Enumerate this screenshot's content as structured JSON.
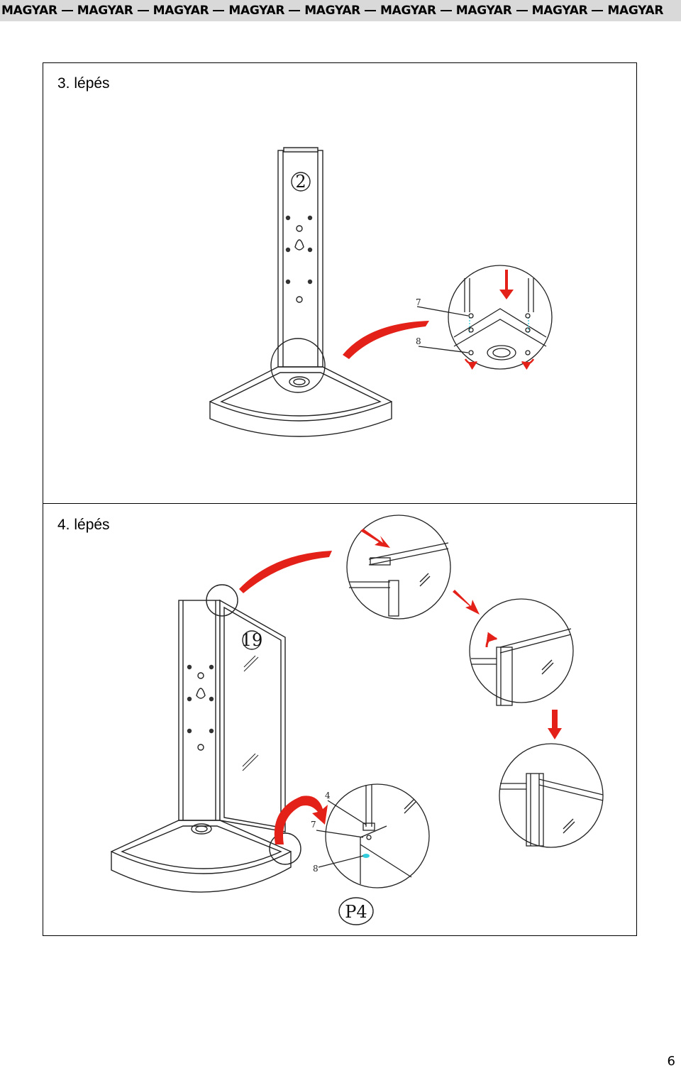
{
  "header": {
    "words": [
      "MAGYAR",
      "MAGYAR",
      "MAGYAR",
      "MAGYAR",
      "MAGYAR",
      "MAGYAR",
      "MAGYAR",
      "MAGYAR",
      "MAGYAR"
    ]
  },
  "steps": [
    {
      "title": "3. lépés"
    },
    {
      "title": "4. lépés"
    }
  ],
  "step3": {
    "panel_label": "2",
    "callouts": {
      "a": "7",
      "b": "8"
    }
  },
  "step4": {
    "panel_label": "19",
    "callouts": {
      "a": "4",
      "b": "7",
      "c": "8"
    },
    "figure_id": "P4"
  },
  "page_number": "6",
  "colors": {
    "arrow_red": "#e32119",
    "accent_cyan": "#33ccdd",
    "header_bg": "#d9d9d9"
  }
}
